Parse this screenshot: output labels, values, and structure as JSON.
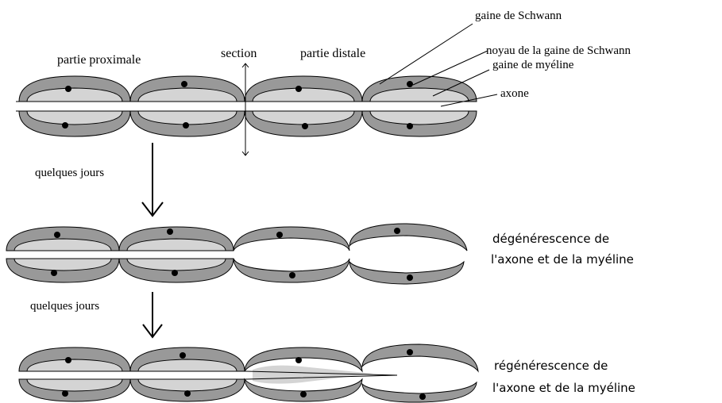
{
  "labels": {
    "proximal": "partie proximale",
    "section": "section",
    "distal": "partie distale",
    "schwann_sheath": "gaine de Schwann",
    "schwann_nucleus": "noyau de la gaine de Schwann",
    "myelin_sheath": "gaine de myéline",
    "axon": "axone",
    "step1_time": "quelques jours",
    "step2_time": "quelques jours",
    "degeneration_line1": "dégénérescence de",
    "degeneration_line2": "l'axone et de la myéline",
    "regeneration_line1": "régénérescence de",
    "regeneration_line2": "l'axone et de la myéline"
  },
  "colors": {
    "schwann": "#999999",
    "myelin": "#d4d4d4",
    "axon": "#ffffff",
    "outline": "#000000",
    "nucleus": "#000000"
  }
}
